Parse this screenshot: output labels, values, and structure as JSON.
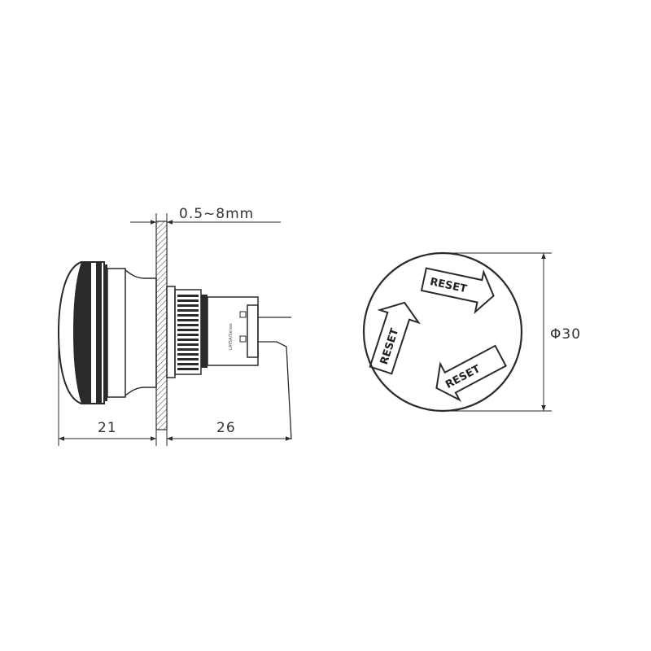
{
  "dimensions": {
    "panel_thickness": "0.5~8mm",
    "head_depth": "21",
    "body_depth": "26",
    "diameter": "Φ30"
  },
  "button_face": {
    "arrow_labels": [
      "RESET",
      "RESET",
      "RESET"
    ]
  },
  "body_marking": "LAY5A/Series",
  "colors": {
    "line": "#2a2a2a",
    "hatch": "#555555",
    "background": "#ffffff"
  }
}
